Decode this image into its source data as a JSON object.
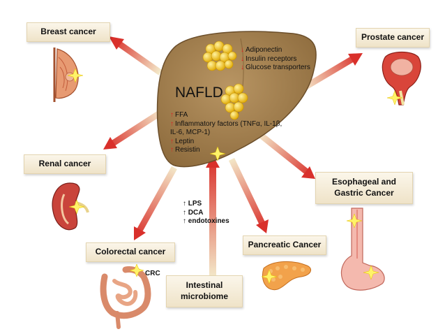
{
  "center": {
    "title": "NAFLD",
    "down_items": [
      "Adiponectin",
      "Insulin receptors",
      "Glucose transporters"
    ],
    "up_items": [
      "FFA",
      "Inflammatory factors (TNFα, IL-1β,",
      "IL-6, MCP-1)",
      "Leptin",
      "Resistin"
    ]
  },
  "cancers": {
    "breast": "Breast cancer",
    "renal": "Renal cancer",
    "colorectal": "Colorectal cancer",
    "pancreatic": "Pancreatic Cancer",
    "prostate": "Prostate cancer",
    "esophageal_gastric": "Esophageal and Gastric Cancer",
    "crc_abbrev": "CRC"
  },
  "microbiome": {
    "label": "Intestinal microbiome",
    "products": [
      "↑ LPS",
      "↑ DCA",
      "↑ endotoxines"
    ]
  },
  "colors": {
    "arrow": "#d9302b",
    "arrow_tail": "#f3e7c8",
    "liver": "#a57f49",
    "fat": "#f2c21b",
    "box": "#f5ecd8"
  }
}
